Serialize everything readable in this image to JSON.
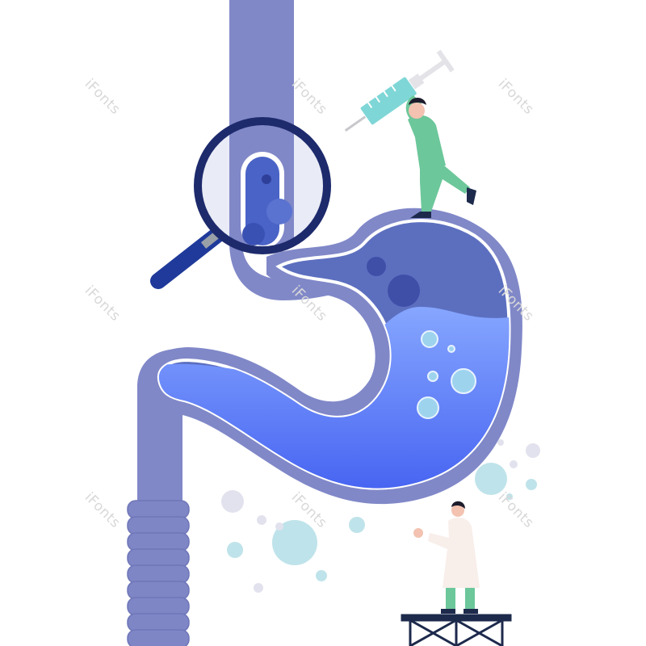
{
  "illustration": {
    "subject": "stomach-and-esophagus",
    "colors": {
      "tube": "#8088c8",
      "tube_outline": "#6f76b8",
      "stomach_upper": "#5c6fbf",
      "liquid_top": "#7d9bff",
      "liquid_bottom": "#3d5cf0",
      "magnifier_ring": "#1d2a6c",
      "magnifier_handle": "#1f3a9a",
      "bubble": "#bfe3ea",
      "bubble_grey": "#e2e2ee",
      "scrubs_green": "#6cc79a",
      "syringe": "#7fd6d6",
      "coat": "#f8eeea",
      "scaffold": "#1d2a4c"
    },
    "icons": [
      "magnifier-icon",
      "syringe-icon",
      "doctor-figure",
      "scientist-figure",
      "scaffold"
    ]
  },
  "watermarks": [
    "iFonts",
    "iFonts",
    "iFonts",
    "iFonts",
    "iFonts",
    "iFonts",
    "iFonts",
    "iFonts",
    "iFonts"
  ]
}
